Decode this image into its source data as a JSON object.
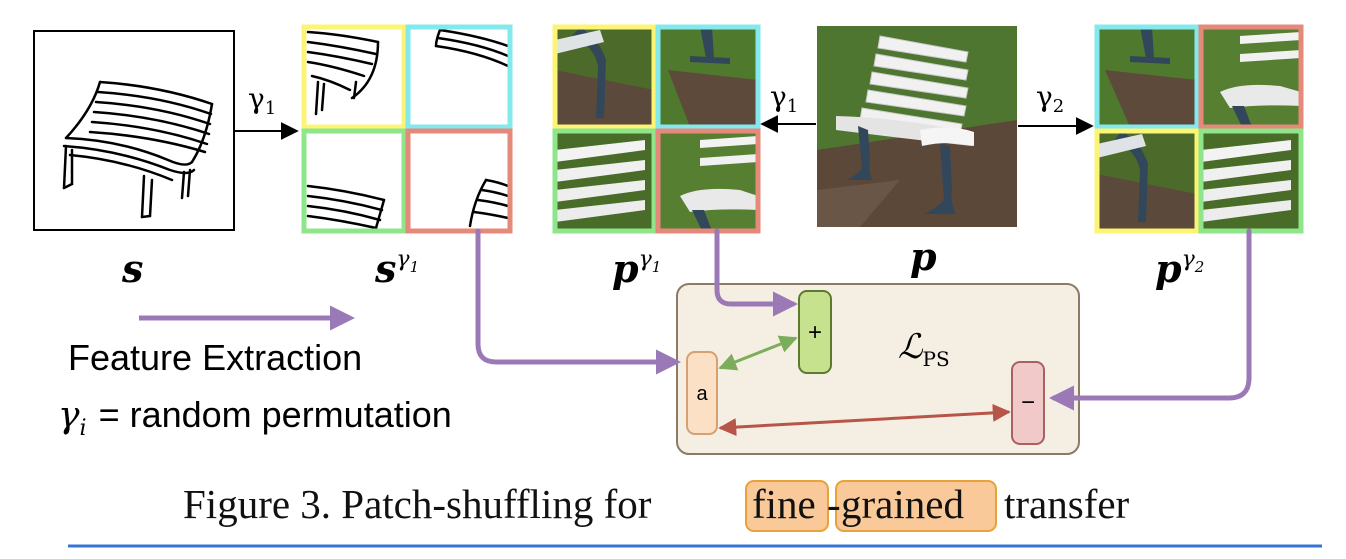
{
  "symbols": {
    "sketch": "s",
    "sketch_perm": "s",
    "photo": "p",
    "photo_perm1": "p",
    "photo_perm2": "p",
    "gamma1": "γ",
    "gamma1_sub": "1",
    "gamma2": "γ",
    "gamma2_sub": "2"
  },
  "arrows": {
    "sketch_to_perm": "γ1",
    "photo_to_perm1": "γ1",
    "photo_to_perm2": "γ2"
  },
  "loss": {
    "label": "ℒ",
    "sub": "PS",
    "anchor": "a",
    "positive": "+",
    "negative": "−"
  },
  "legend": {
    "feature_extraction": "Feature Extraction",
    "gamma_symbol": "γ",
    "gamma_sub": "i",
    "gamma_def": "= random permutation"
  },
  "caption": {
    "prefix": "Figure 3. Patch-shuffling for",
    "word1": "fine",
    "dash": "-",
    "word2": "grained",
    "suffix": "transfer"
  },
  "colors": {
    "purple": "#9b79b7",
    "yellow": "#fbf474",
    "cyan": "#84e9ec",
    "green": "#8ee58a",
    "red": "#e58a7a",
    "loss_bg": "#f5eee2",
    "loss_border": "#8b7a66",
    "anchor_fill": "#fbe0c6",
    "pos_fill": "#c6e28e",
    "neg_fill": "#f2c9c9",
    "green_link": "#7cad5a",
    "red_link": "#b65548",
    "highlight": "#f9c99a",
    "highlight_border": "#e7a23a",
    "rule": "#3674d4"
  }
}
